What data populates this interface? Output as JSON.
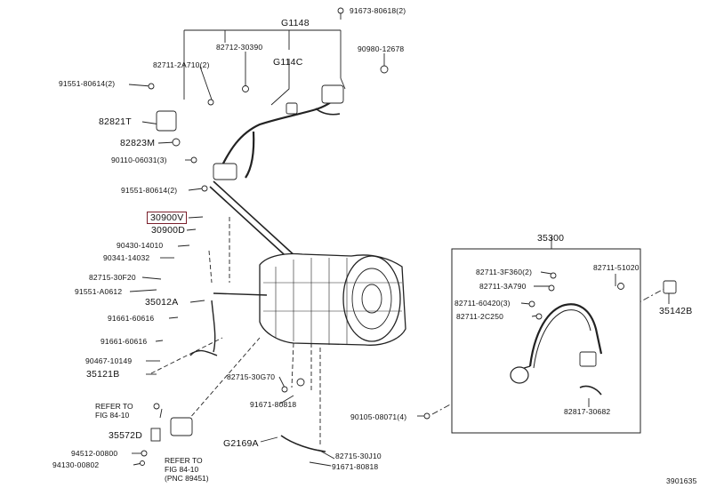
{
  "labels": {
    "l_91673": "91673-80618(2)",
    "l_g1148": "G1148",
    "l_82712": "82712-30390",
    "l_90980": "90980-12678",
    "l_82711_2a710": "82711-2A710(2)",
    "l_g114c": "G114C",
    "l_91551_top": "91551-80614(2)",
    "l_82821t": "82821T",
    "l_82823m": "82823M",
    "l_90110": "90110-06031(3)",
    "l_91551_mid": "91551-80614(2)",
    "l_30900v": "30900V",
    "l_30900d": "30900D",
    "l_90430": "90430-14010",
    "l_90341": "90341-14032",
    "l_82715_30f20": "82715-30F20",
    "l_91551_a0612": "91551-A0612",
    "l_35012a": "35012A",
    "l_91661_60616": "91661-60616",
    "l_91661_60616b": "91661-60616",
    "l_90467": "90467-10149",
    "l_35121b": "35121B",
    "l_ref1_a": "REFER TO",
    "l_ref1_b": "FIG 84-10",
    "l_35572d": "35572D",
    "l_94512": "94512-00800",
    "l_94130": "94130-00802",
    "l_ref2_a": "REFER TO",
    "l_ref2_b": "FIG 84-10",
    "l_ref2_c": "(PNC 89451)",
    "l_82715_30g70": "82715-30G70",
    "l_91671_top": "91671-80818",
    "l_g2169a": "G2169A",
    "l_82715_30j10": "82715-30J10",
    "l_91671_bot": "91671-80818",
    "l_90105": "90105-08071(4)",
    "l_35300": "35300",
    "l_82711_3f360": "82711-3F360(2)",
    "l_82711_3a790": "82711-3A790",
    "l_82711_51020": "82711-51020",
    "l_82711_60420": "82711-60420(3)",
    "l_82711_2c250": "82711-2C250",
    "l_35142b": "35142B",
    "l_82817": "82817-30682",
    "l_fig": "3901635"
  }
}
